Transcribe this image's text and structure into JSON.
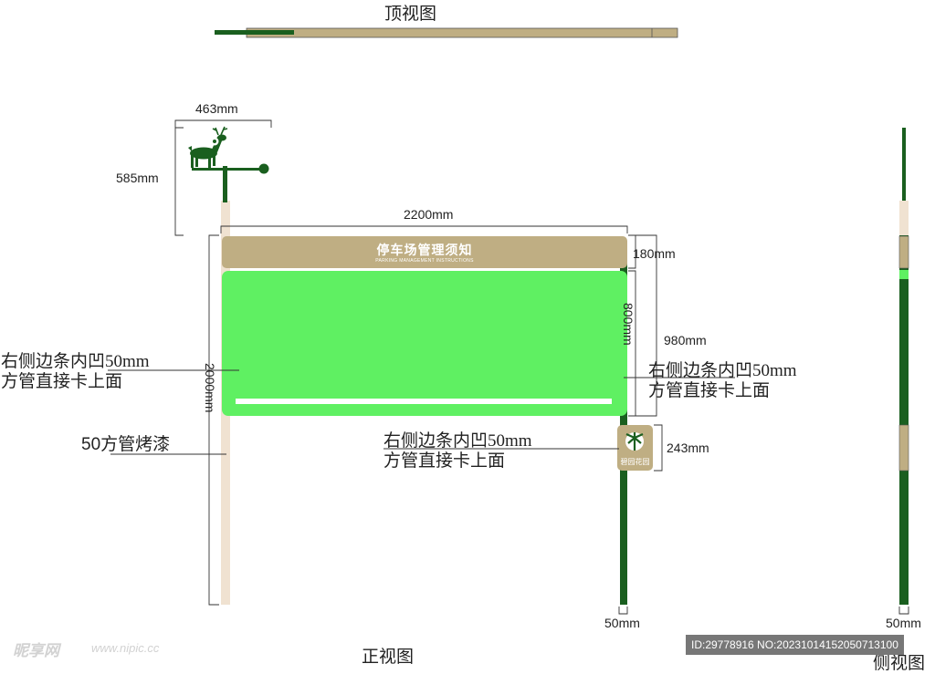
{
  "views": {
    "top": "顶视图",
    "front": "正视图",
    "side": "侧视图"
  },
  "dimensions": {
    "flag_width": "463mm",
    "flag_height": "585mm",
    "board_width": "2200mm",
    "banner_height": "180mm",
    "panel_height": "800mm",
    "board_total": "980mm",
    "post_height": "2000mm",
    "logo_height": "243mm",
    "post_width_front": "50mm",
    "post_width_side": "50mm"
  },
  "notes": {
    "left_line1": "右侧边条内凹50mm",
    "left_line2": "方管直接卡上面",
    "right_line1": "右侧边条内凹50mm",
    "right_line2": "方管直接卡上面",
    "mid_line1": "右侧边条内凹50mm",
    "mid_line2": "方管直接卡上面",
    "post_paint": "50方管烤漆"
  },
  "sign": {
    "title_cn": "停车场管理须知",
    "title_en": "PARKING MANAGEMENT INSTRUCTIONS",
    "logo_text": "碧园花园"
  },
  "watermark": {
    "brand": "昵享网",
    "url": "www.nipic.cc",
    "id_text": "ID:29778916 NO:20231014152050713100"
  },
  "colors": {
    "tan": "#bfae83",
    "green_post": "#1a5f1f",
    "bright_green": "#5ff062",
    "cream": "#f0e2d1"
  }
}
